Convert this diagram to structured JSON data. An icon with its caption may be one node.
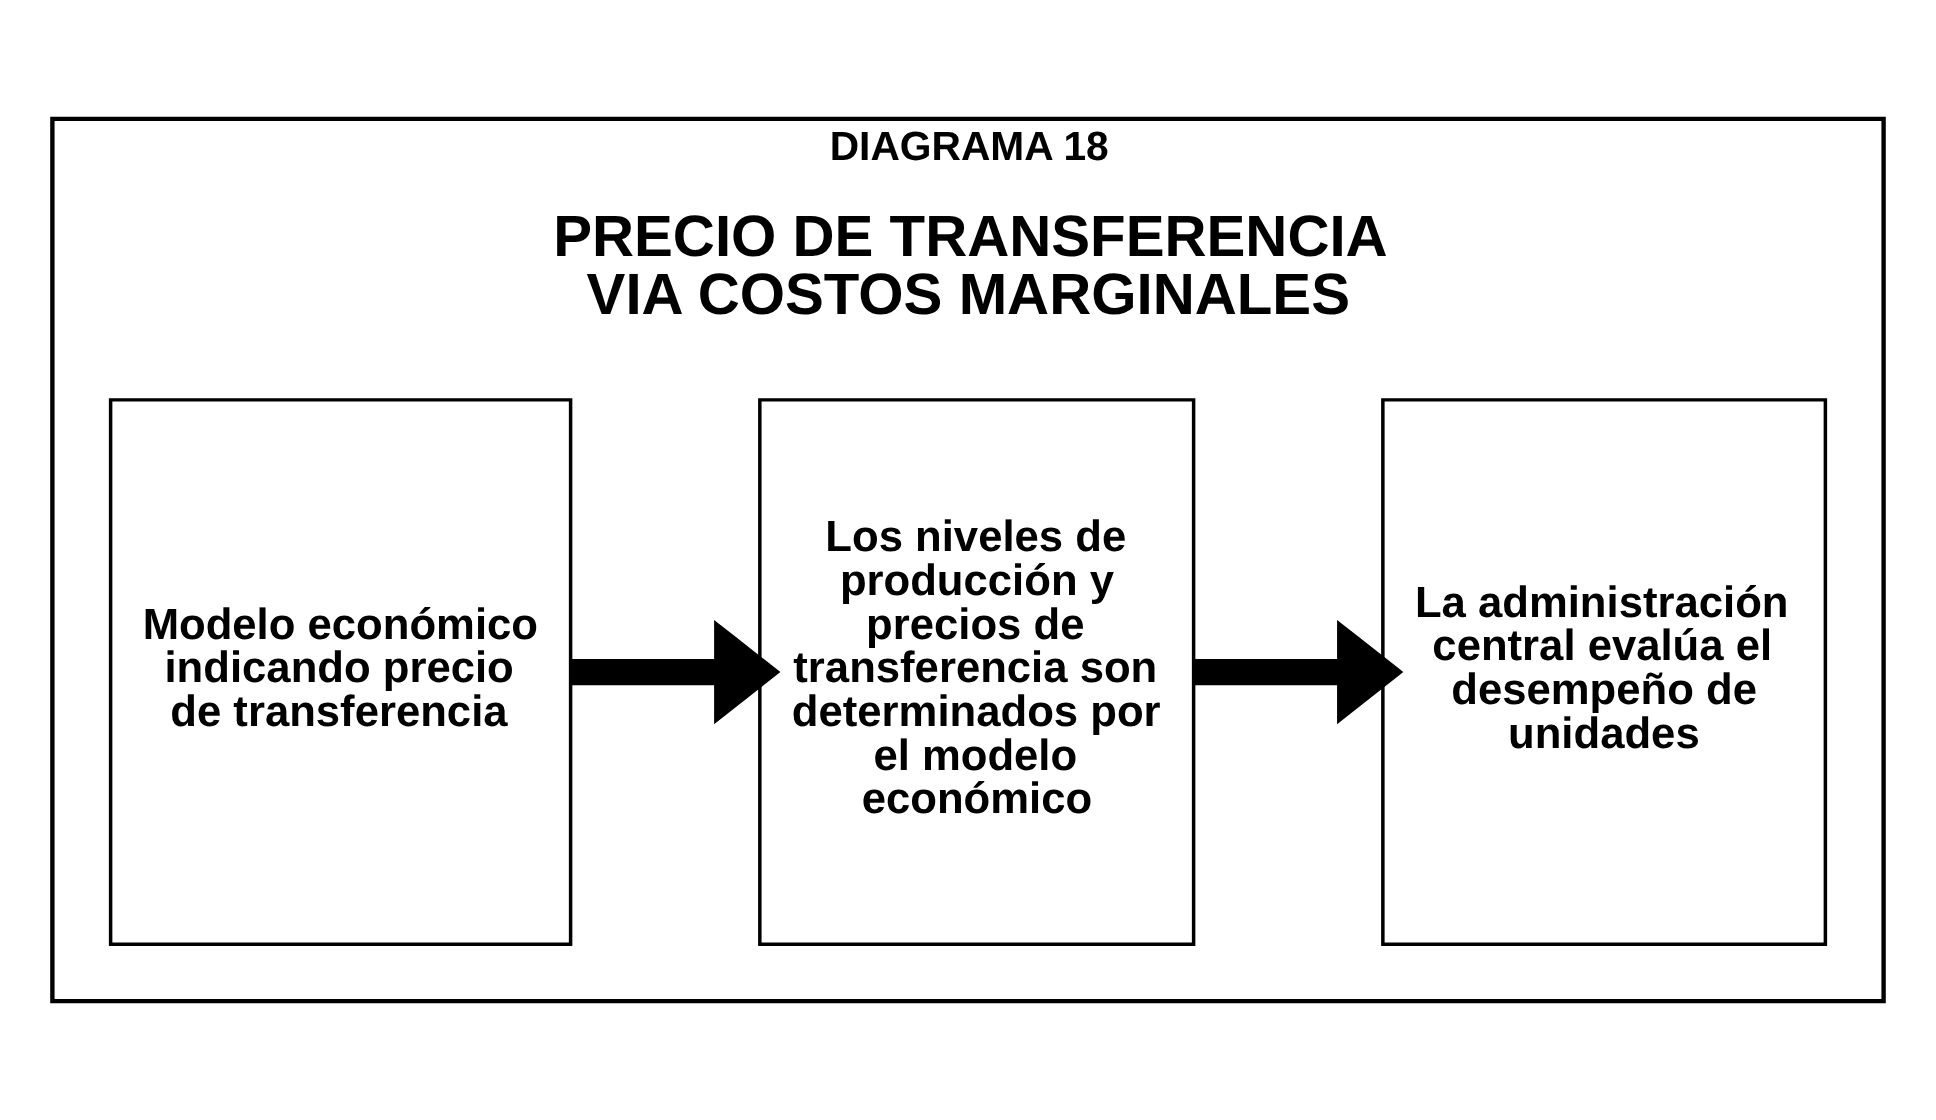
{
  "diagram": {
    "nodes": [
      {
        "text": [
          "DIAGRAMA 18",
          "PRECIO DE TRANSFERENCIA VIA COSTOS MARGINALES"
        ]
      },
      {
        "text": [
          "Modelo económico indicando precio de transferencia"
        ],
        "in": 0
      },
      {
        "text": [
          "Los niveles de producción y precios de transferencia son determinados por el modelo económico"
        ],
        "in": 0
      },
      {
        "text": [
          "La administración central evalúa el desempeño de unidades"
        ],
        "in": 0
      }
    ],
    "edges": [
      {
        "from": 1,
        "to": 2,
        "arrow": "to"
      },
      {
        "from": 2,
        "to": 3,
        "arrow": "to"
      }
    ]
  }
}
